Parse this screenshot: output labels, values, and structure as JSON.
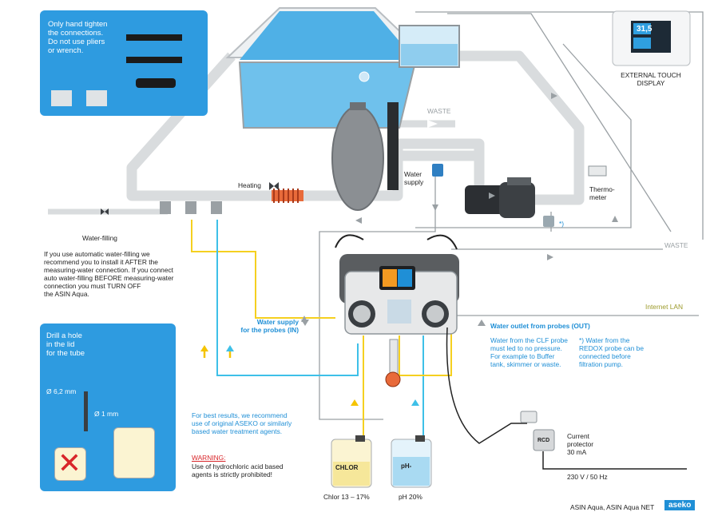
{
  "panel_top": {
    "text": [
      "Only hand tighten",
      "the connections.",
      "Do not use pliers",
      "or wrench."
    ]
  },
  "panel_bottom": {
    "title": [
      "Drill a hole",
      "in the lid",
      "for the tube"
    ],
    "dim1": "Ø 6,2 mm",
    "dim2": "Ø 1 mm"
  },
  "labels": {
    "waste_top": "WASTE",
    "waste_right": "WASTE",
    "external_display": [
      "EXTERNAL TOUCH",
      "DISPLAY"
    ],
    "heating": "Heating",
    "water_supply": [
      "Water",
      "supply"
    ],
    "thermometer": [
      "Thermo-",
      "meter"
    ],
    "water_filling": "Water-filling",
    "internet_lan": "Internet LAN",
    "probes_in": [
      "Water supply",
      "for the probes (IN)"
    ],
    "probes_out": "Water outlet from probes (OUT)",
    "asterisk": "*)",
    "rcd": "RCD",
    "current_protector": [
      "Current",
      "protector",
      "30 mA"
    ],
    "voltage": "230 V / 50 Hz",
    "chlor_can": "CHLOR",
    "ph_can": "pH-",
    "chlor_caption": "Chlor 13 – 17%",
    "ph_caption": "pH 20%",
    "footer": "ASIN Aqua, ASIN Aqua NET",
    "brand": "aseko",
    "display_value": "31,5"
  },
  "notes": {
    "auto_fill": [
      "If you use automatic water-filling we",
      "recommend you to install it AFTER the",
      "measuring-water connection. If you connect",
      "auto water-filling BEFORE measuring-water",
      "connection you must TURN OFF",
      "the ASIN Aqua."
    ],
    "clf": [
      "Water from the CLF probe",
      "must led to no pressure.",
      "For example to Buffer",
      "tank, skimmer or waste."
    ],
    "redox": [
      "*)  Water from the",
      "REDOX probe can be",
      "connected before",
      "filtration pump."
    ],
    "best_results": [
      "For best results, we recommend",
      "use of original ASEKO or similarly",
      "based water treatment agents."
    ],
    "warning_title": "WARNING:",
    "warning": [
      "Use of hydrochloric acid based",
      "agents is strictly prohibited!"
    ]
  },
  "colors": {
    "pipe": "#d7dadc",
    "panel": "#2e9be0",
    "accent": "#1f8fd6",
    "yellow": "#f5d020",
    "warning": "#d8262a"
  }
}
